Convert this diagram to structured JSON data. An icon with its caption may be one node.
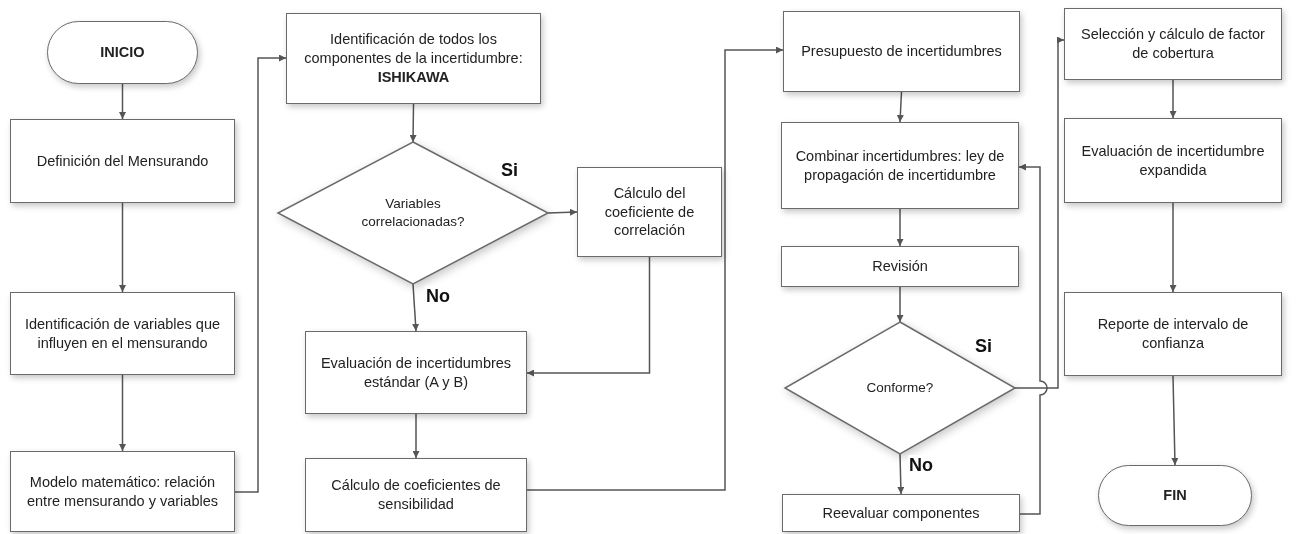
{
  "diagram": {
    "nodes": [
      {
        "text": [
          "INICIO"
        ]
      },
      {
        "text": [
          "Definición del Mensurando"
        ]
      },
      {
        "text": [
          "Identificación de variables  que influyen en el mensurando"
        ]
      },
      {
        "text": [
          "Modelo matemático: relación entre mensurando y variables"
        ]
      },
      {
        "text": [
          "Identificación de todos los componentes de la incertidumbre: **ISHIKAWA**"
        ]
      },
      {
        "text": [
          "Variables correlacionadas?"
        ]
      },
      {
        "text": [
          "Cálculo del coeficiente de correlación"
        ]
      },
      {
        "text": [
          "Evaluación de incertidumbres estándar (A y B)"
        ]
      },
      {
        "text": [
          "Cálculo de coeficientes de sensibilidad"
        ]
      },
      {
        "text": [
          "Presupuesto de incertidumbres"
        ]
      },
      {
        "text": [
          "Combinar incertidumbres: ley de propagación de incertidumbre"
        ]
      },
      {
        "text": [
          "Revisión"
        ]
      },
      {
        "text": [
          "Conforme?"
        ]
      },
      {
        "text": [
          "Reevaluar componentes"
        ]
      },
      {
        "text": [
          "Selección y cálculo de factor de cobertura"
        ]
      },
      {
        "text": [
          "Evaluación de incertidumbre expandida"
        ]
      },
      {
        "text": [
          "Reporte de intervalo de confianza"
        ]
      },
      {
        "text": [
          "FIN"
        ]
      }
    ],
    "edges": [
      {
        "from": 0,
        "to": 1,
        "arrow": "to"
      },
      {
        "from": 1,
        "to": 2,
        "arrow": "to"
      },
      {
        "from": 2,
        "to": 3,
        "arrow": "to"
      },
      {
        "from": 3,
        "to": 4,
        "arrow": "to"
      },
      {
        "from": 4,
        "to": 5,
        "arrow": "to"
      },
      {
        "from": 5,
        "to": 6,
        "arrow": "to",
        "label": "Si"
      },
      {
        "from": 5,
        "to": 7,
        "arrow": "to",
        "label": "No"
      },
      {
        "from": 6,
        "to": 7,
        "arrow": "to"
      },
      {
        "from": 7,
        "to": 8,
        "arrow": "to"
      },
      {
        "from": 8,
        "to": 9,
        "arrow": "to"
      },
      {
        "from": 9,
        "to": 10,
        "arrow": "to"
      },
      {
        "from": 10,
        "to": 11,
        "arrow": "to"
      },
      {
        "from": 11,
        "to": 12,
        "arrow": "to"
      },
      {
        "from": 12,
        "to": 13,
        "arrow": "to",
        "label": "No"
      },
      {
        "from": 12,
        "to": 14,
        "arrow": "to",
        "label": "Si"
      },
      {
        "from": 13,
        "to": 10,
        "arrow": "to"
      },
      {
        "from": 14,
        "to": 15,
        "arrow": "to"
      },
      {
        "from": 15,
        "to": 16,
        "arrow": "to"
      },
      {
        "from": 16,
        "to": 17,
        "arrow": "to"
      }
    ]
  }
}
